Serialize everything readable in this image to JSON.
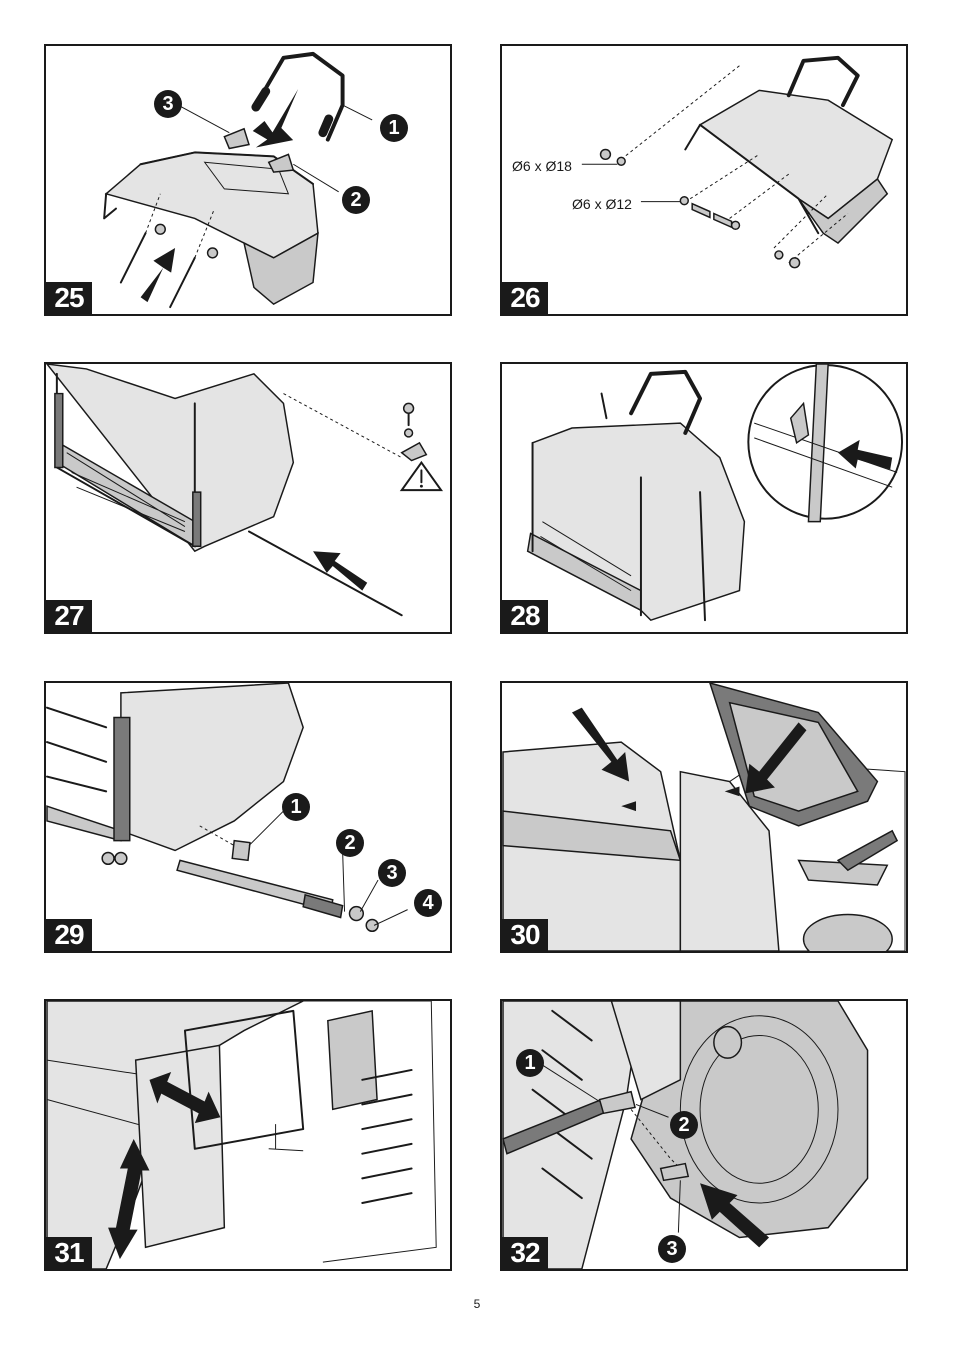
{
  "page_number": "5",
  "panels": [
    {
      "step": "25",
      "callouts": [
        "3",
        "1",
        "2"
      ]
    },
    {
      "step": "26",
      "labels": [
        "Ø6 x Ø18",
        "Ø6 x Ø12"
      ]
    },
    {
      "step": "27"
    },
    {
      "step": "28"
    },
    {
      "step": "29",
      "callouts": [
        "1",
        "2",
        "3",
        "4"
      ]
    },
    {
      "step": "30"
    },
    {
      "step": "31"
    },
    {
      "step": "32",
      "callouts": [
        "1",
        "2",
        "3"
      ]
    }
  ],
  "icons": [
    "arrow-icon",
    "warning-triangle-icon",
    "double-arrow-icon"
  ]
}
